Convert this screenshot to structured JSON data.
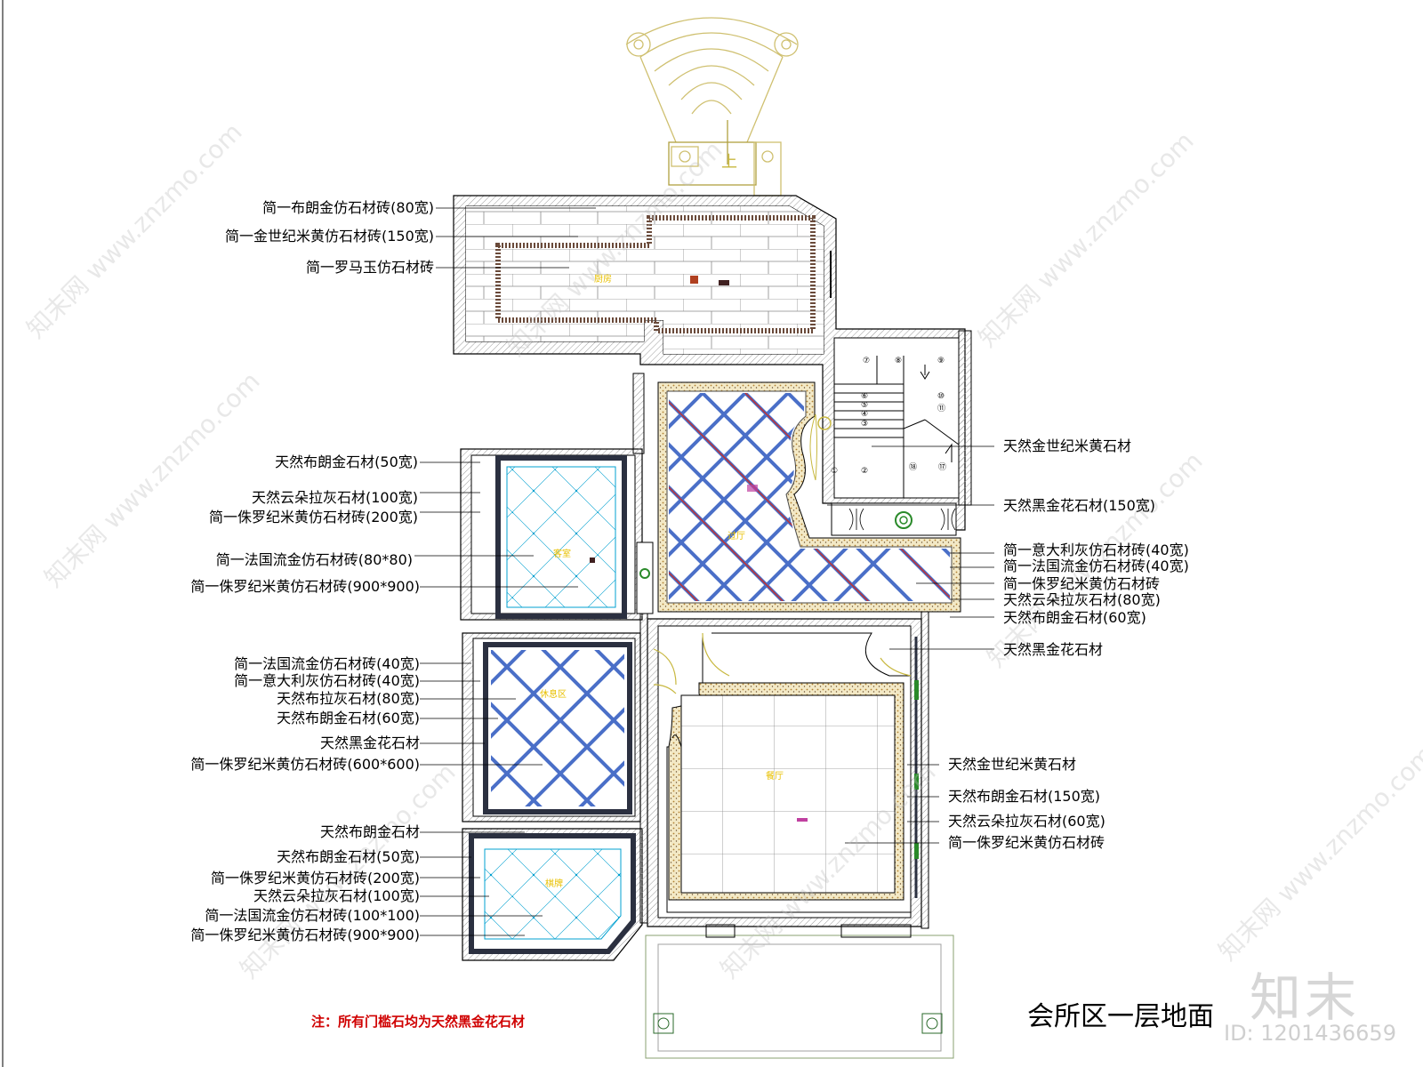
{
  "drawing": {
    "title": "会所区一层地面",
    "note": "注：所有门槛石均为天然黑金花石材",
    "logo": "知末",
    "id_text": "ID: 1201436659",
    "watermark": "知末网 www.znzmo.com",
    "stair_mark": "上"
  },
  "rooms": {
    "kitchen": "厨房",
    "hall": "过厅",
    "living": "客室",
    "rest": "休息区",
    "restaurant": "餐厅",
    "storage": "棋牌"
  },
  "stair_numbers": [
    "⑦",
    "⑧",
    "⑨",
    "⑥",
    "⑤",
    "④",
    "③",
    "⑩",
    "⑪",
    "①",
    "②",
    "⑱",
    "⑰"
  ],
  "labels_left": [
    "简一布朗金仿石材砖(80宽)",
    "简一金世纪米黄仿石材砖(150宽)",
    "简一罗马玉仿石材砖",
    "天然布朗金石材(50宽)",
    "天然云朵拉灰石材(100宽)",
    "简一侏罗纪米黄仿石材砖(200宽)",
    "简一法国流金仿石材砖(80*80)",
    "简一侏罗纪米黄仿石材砖(900*900)",
    "简一法国流金仿石材砖(40宽)",
    "简一意大利灰仿石材砖(40宽)",
    "天然布拉灰石材(80宽)",
    "天然布朗金石材(60宽)",
    "天然黑金花石材",
    "简一侏罗纪米黄仿石材砖(600*600)",
    "天然布朗金石材",
    "天然布朗金石材(50宽)",
    "简一侏罗纪米黄仿石材砖(200宽)",
    "天然云朵拉灰石材(100宽)",
    "简一法国流金仿石材砖(100*100)",
    "简一侏罗纪米黄仿石材砖(900*900)"
  ],
  "labels_right": [
    "天然金世纪米黄石材",
    "天然黑金花石材(150宽)",
    "简一意大利灰仿石材砖(40宽)",
    "简一法国流金仿石材砖(40宽)",
    "简一侏罗纪米黄仿石材砖",
    "天然云朵拉灰石材(80宽)",
    "天然布朗金石材(60宽)",
    "天然黑金花石材",
    "天然金世纪米黄石材",
    "天然布朗金石材(150宽)",
    "天然云朵拉灰石材(60宽)",
    "简一侏罗纪米黄仿石材砖"
  ],
  "colors": {
    "line": "#000000",
    "grout": "#7a7a7a",
    "cyan": "#00a0d0",
    "yellow_line": "#d4c800",
    "stone_border": "#c9a040",
    "diag_tile_blue": "#4a6fc8",
    "diag_tile_red": "#c03030",
    "dark_border": "#2b3040",
    "note_red": "#d00000",
    "label_yellow": "#e8c000"
  }
}
